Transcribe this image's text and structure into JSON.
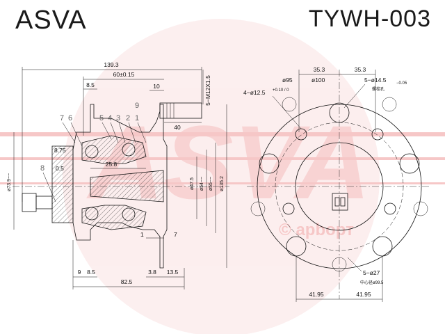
{
  "header": {
    "brand": "ASVA",
    "part_number": "TYWH-003"
  },
  "watermark": {
    "text": "ASVA",
    "subtext": "© apbорт",
    "color": "#e23b3b"
  },
  "side_view": {
    "dims": {
      "overall_length": "139.3",
      "flange_to_hub": "60±0.15",
      "stud_thread": "5−M12X1.5",
      "d_8_5_top": "8.5",
      "d_10": "10",
      "d_40": "40",
      "d_8_75": "8.75",
      "d_0_5": "0.5",
      "d_25_8": "25.8",
      "dia_73_9": "ø73.9−−",
      "dia_47_5": "ø47.5",
      "dia_54": "ø54−−",
      "dia_55": "ø55−−",
      "dia_135_2": "ø135.2",
      "d_1": "1",
      "d_7": "7",
      "d_9": "9",
      "d_8_5_bottom": "8.5",
      "d_3_8": "3.8",
      "d_13_5": "13.5",
      "d_82_5": "82.5"
    },
    "part_numbers": [
      "7",
      "6",
      "5",
      "4",
      "3",
      "2",
      "1",
      "9",
      "8"
    ]
  },
  "front_view": {
    "dims": {
      "left_35_3": "35.3",
      "right_35_3": "35.3",
      "dia_95": "ø95",
      "dia_100": "ø100",
      "holes_12_5": "4−ø12.5",
      "holes_14_5": "5−ø14.5",
      "tol_holes_12_5": "+0.10 / 0",
      "tol_holes_14_5": "−0.05",
      "note_top": "螺栓孔",
      "holes_27": "5−ø27",
      "pcd_label": "中心径ø99.5",
      "bottom_left_41_95": "41.95",
      "bottom_right_41_95": "41.95"
    }
  }
}
